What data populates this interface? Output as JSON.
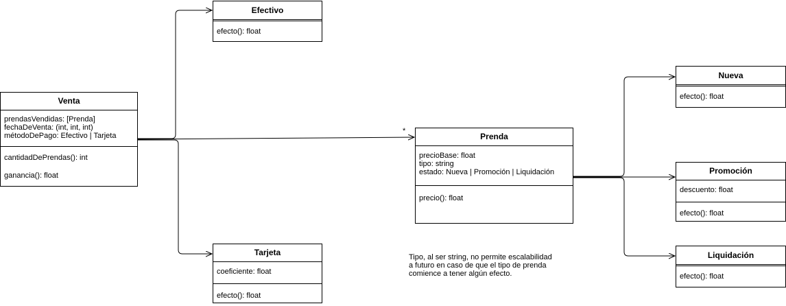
{
  "classes": {
    "venta": {
      "name": "Venta",
      "attributes": [
        "prendasVendidas: [Prenda]",
        "fechaDeVenta: (int, int, int)",
        "métodoDePago: Efectivo | Tarjeta"
      ],
      "methods": [
        "cantidadDePrendas(): int",
        "",
        "ganancia(): float"
      ]
    },
    "efectivo": {
      "name": "Efectivo",
      "methods": [
        "efecto(): float"
      ]
    },
    "tarjeta": {
      "name": "Tarjeta",
      "attributes": [
        "coeficiente: float"
      ],
      "methods": [
        "efecto(): float"
      ]
    },
    "prenda": {
      "name": "Prenda",
      "attributes": [
        "precioBase: float",
        "tipo: string",
        "estado: Nueva | Promoción | Liquidación"
      ],
      "methods": [
        "precio(): float"
      ]
    },
    "nueva": {
      "name": "Nueva",
      "methods": [
        "efecto(): float"
      ]
    },
    "promocion": {
      "name": "Promoción",
      "attributes": [
        "descuento: float"
      ],
      "methods": [
        "efecto(): float"
      ]
    },
    "liquidacion": {
      "name": "Liquidación",
      "methods": [
        "efecto(): float"
      ]
    }
  },
  "multiplicity": "*",
  "note": "Tipo, al ser string, no permite escalabilidad\na futuro en caso de que el tipo de prenda\ncomience a tener algún efecto."
}
